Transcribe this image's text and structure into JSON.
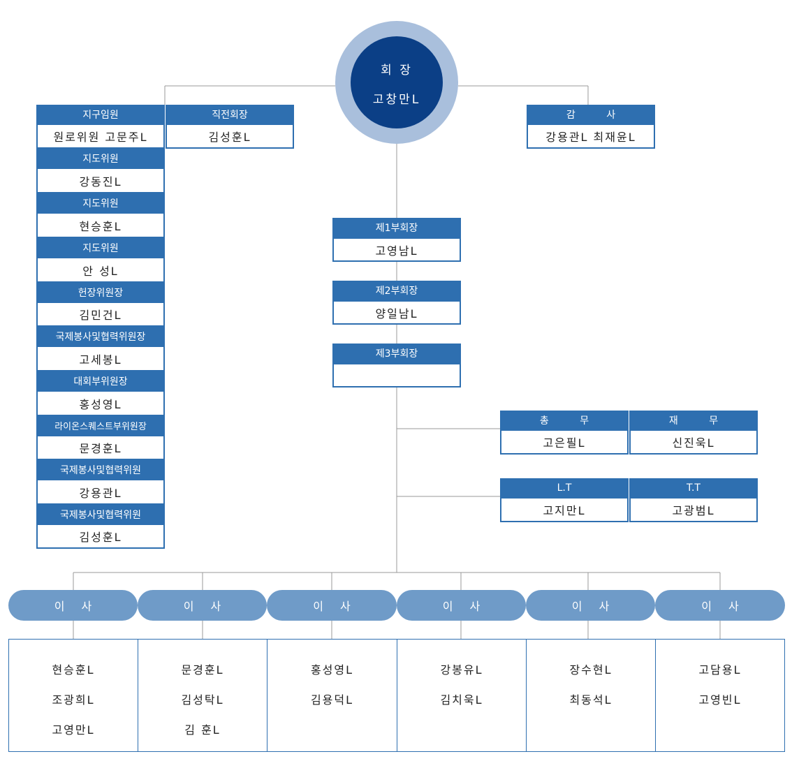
{
  "president": {
    "title": "회 장",
    "name": "고창만L"
  },
  "left_column": [
    {
      "title": "지구임원",
      "name": "원로위원 고문주L"
    },
    {
      "title": "지도위원",
      "name": "강동진L"
    },
    {
      "title": "지도위원",
      "name": "현승훈L"
    },
    {
      "title": "지도위원",
      "name": "안 성L"
    },
    {
      "title": "헌장위원장",
      "name": "김민건L"
    },
    {
      "title": "국제봉사및협력위원장",
      "name": "고세봉L"
    },
    {
      "title": "대회부위원장",
      "name": "홍성영L"
    },
    {
      "title": "라이온스퀘스트부위원장",
      "name": "문경훈L"
    },
    {
      "title": "국제봉사및협력위원",
      "name": "강용관L"
    },
    {
      "title": "국제봉사및협력위원",
      "name": "김성훈L"
    }
  ],
  "past_president": {
    "title": "직전회장",
    "name": "김성훈L"
  },
  "auditor": {
    "title": "감 사",
    "name": "강용관L 최재윤L"
  },
  "vice_presidents": [
    {
      "title": "제1부회장",
      "name": "고영남L"
    },
    {
      "title": "제2부회장",
      "name": "양일남L"
    },
    {
      "title": "제3부회장",
      "name": ""
    }
  ],
  "officers": [
    {
      "title": "총 무",
      "name": "고은필L"
    },
    {
      "title": "재 무",
      "name": "신진욱L"
    },
    {
      "title": "L.T",
      "name": "고지만L"
    },
    {
      "title": "T.T",
      "name": "고광범L"
    }
  ],
  "directors": [
    {
      "title": "이사",
      "names": [
        "현승훈L",
        "조광희L",
        "고영만L"
      ]
    },
    {
      "title": "이사",
      "names": [
        "문경훈L",
        "김성탁L",
        "김 훈L"
      ]
    },
    {
      "title": "이사",
      "names": [
        "홍성영L",
        "김용덕L"
      ]
    },
    {
      "title": "이사",
      "names": [
        "강봉유L",
        "김치욱L"
      ]
    },
    {
      "title": "이사",
      "names": [
        "장수현L",
        "최동석L"
      ]
    },
    {
      "title": "이사",
      "names": [
        "고담용L",
        "고영빈L"
      ]
    }
  ],
  "colors": {
    "header": "#2e6fb0",
    "pill": "#6f9bc8",
    "circle_outer": "#a9bfdc",
    "circle_inner": "#0b3f86",
    "line": "#999999"
  }
}
